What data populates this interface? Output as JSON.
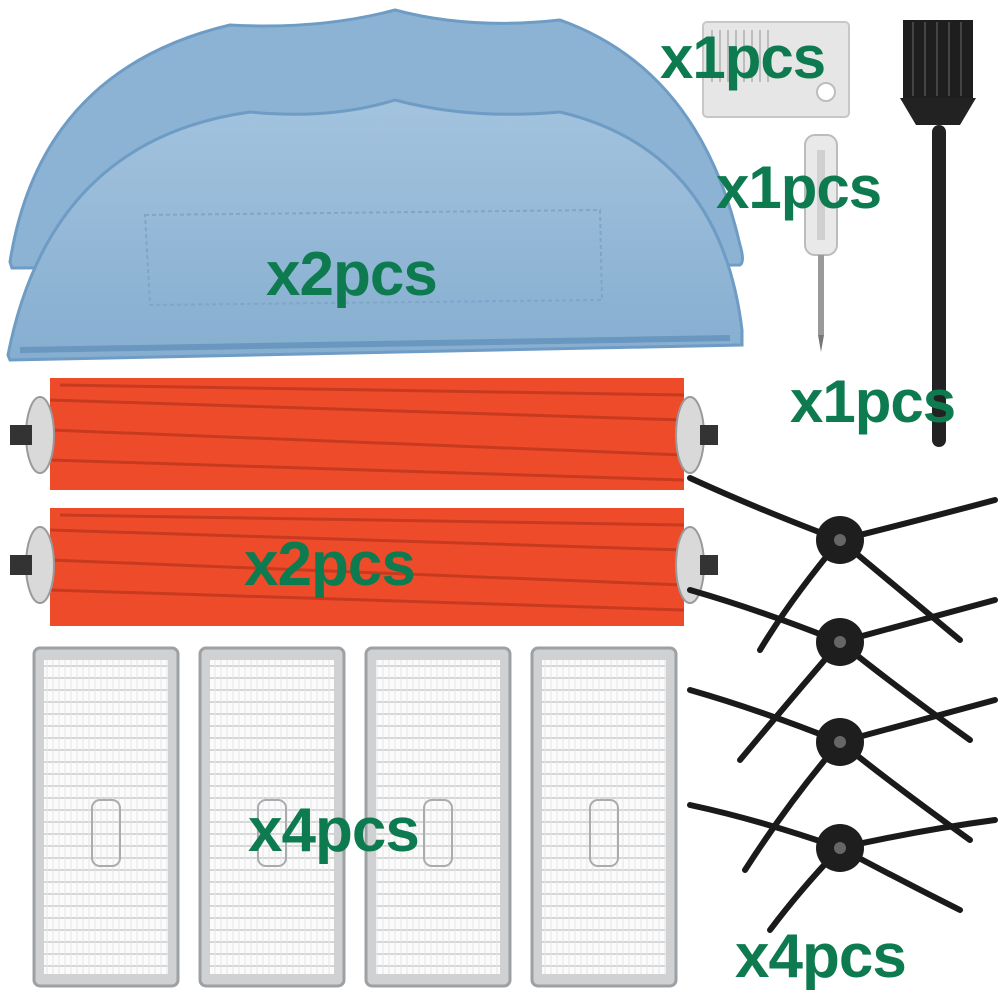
{
  "colors": {
    "label": "#0e7a50",
    "mop": "#8fb6d6",
    "roller": "#ef4a2a",
    "filter_frame": "#b9bcbf",
    "brush": "#1c1c1c"
  },
  "items": [
    {
      "name": "mop-pad",
      "icon": "mop-pad-icon",
      "quantity_label": "x2pcs"
    },
    {
      "name": "cleaning-tool",
      "icon": "cleaning-tool-icon",
      "quantity_label": "x1pcs"
    },
    {
      "name": "screwdriver",
      "icon": "screwdriver-icon",
      "quantity_label": "x1pcs"
    },
    {
      "name": "cleaning-brush",
      "icon": "cleaning-brush-icon",
      "quantity_label": "x1pcs"
    },
    {
      "name": "main-roller-brush",
      "icon": "roller-brush-icon",
      "quantity_label": "x2pcs"
    },
    {
      "name": "hepa-filter",
      "icon": "hepa-filter-icon",
      "quantity_label": "x4pcs"
    },
    {
      "name": "side-brush",
      "icon": "side-brush-icon",
      "quantity_label": "x4pcs"
    }
  ]
}
